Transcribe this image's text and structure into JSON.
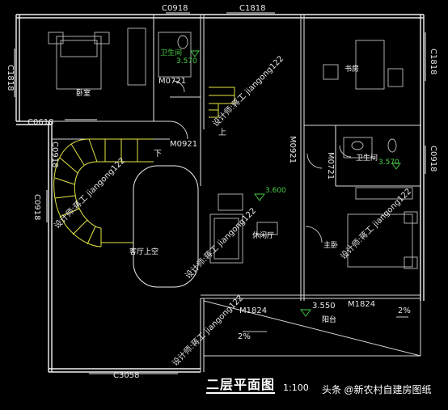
{
  "window_codes": {
    "top_left": "C0918",
    "top_mid": "C1818",
    "left": "C1818",
    "right_top": "C1818",
    "stair_window": "C0618",
    "left_mid": "C0918",
    "left_mid2": "C0918",
    "right_mid": "C0918",
    "bottom": "C3058"
  },
  "door_codes": {
    "bath1": "M0721",
    "stair": "M0921",
    "right_vert": "M0921",
    "bath2": "M0721",
    "terrace1": "M1824",
    "terrace2": "M1824"
  },
  "rooms": {
    "bedroom": "卧室",
    "bath1": "卫生间",
    "study": "书房",
    "bath2": "卫生间",
    "hall_void": "客厅上空",
    "lounge": "休闲厅",
    "master": "主卧",
    "balcony": "阳台"
  },
  "elevations": {
    "bath1": "3.570",
    "bath2": "3.570",
    "lounge": "3.600",
    "balcony": "3.550"
  },
  "slopes": {
    "balcony_right": "2%",
    "balcony_left": "2%"
  },
  "stair_marks": {
    "down": "下",
    "up": "上"
  },
  "watermark": "设计师:蒋工 jiangong122",
  "title": "二层平面图",
  "scale": "1:100",
  "footer": "头条 @新农村自建房图纸"
}
